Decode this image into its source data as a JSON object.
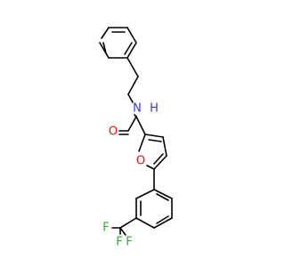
{
  "molecule": {
    "labels": {
      "n": "N",
      "h": "H",
      "o_carbonyl": "O",
      "o_furan": "O",
      "f1": "F",
      "f2": "F",
      "f3": "F"
    },
    "colors": {
      "bond": "#000000",
      "nitrogen": "#3333ff",
      "oxygen": "#ff0d0d",
      "fluorine": "#33aa33"
    }
  }
}
